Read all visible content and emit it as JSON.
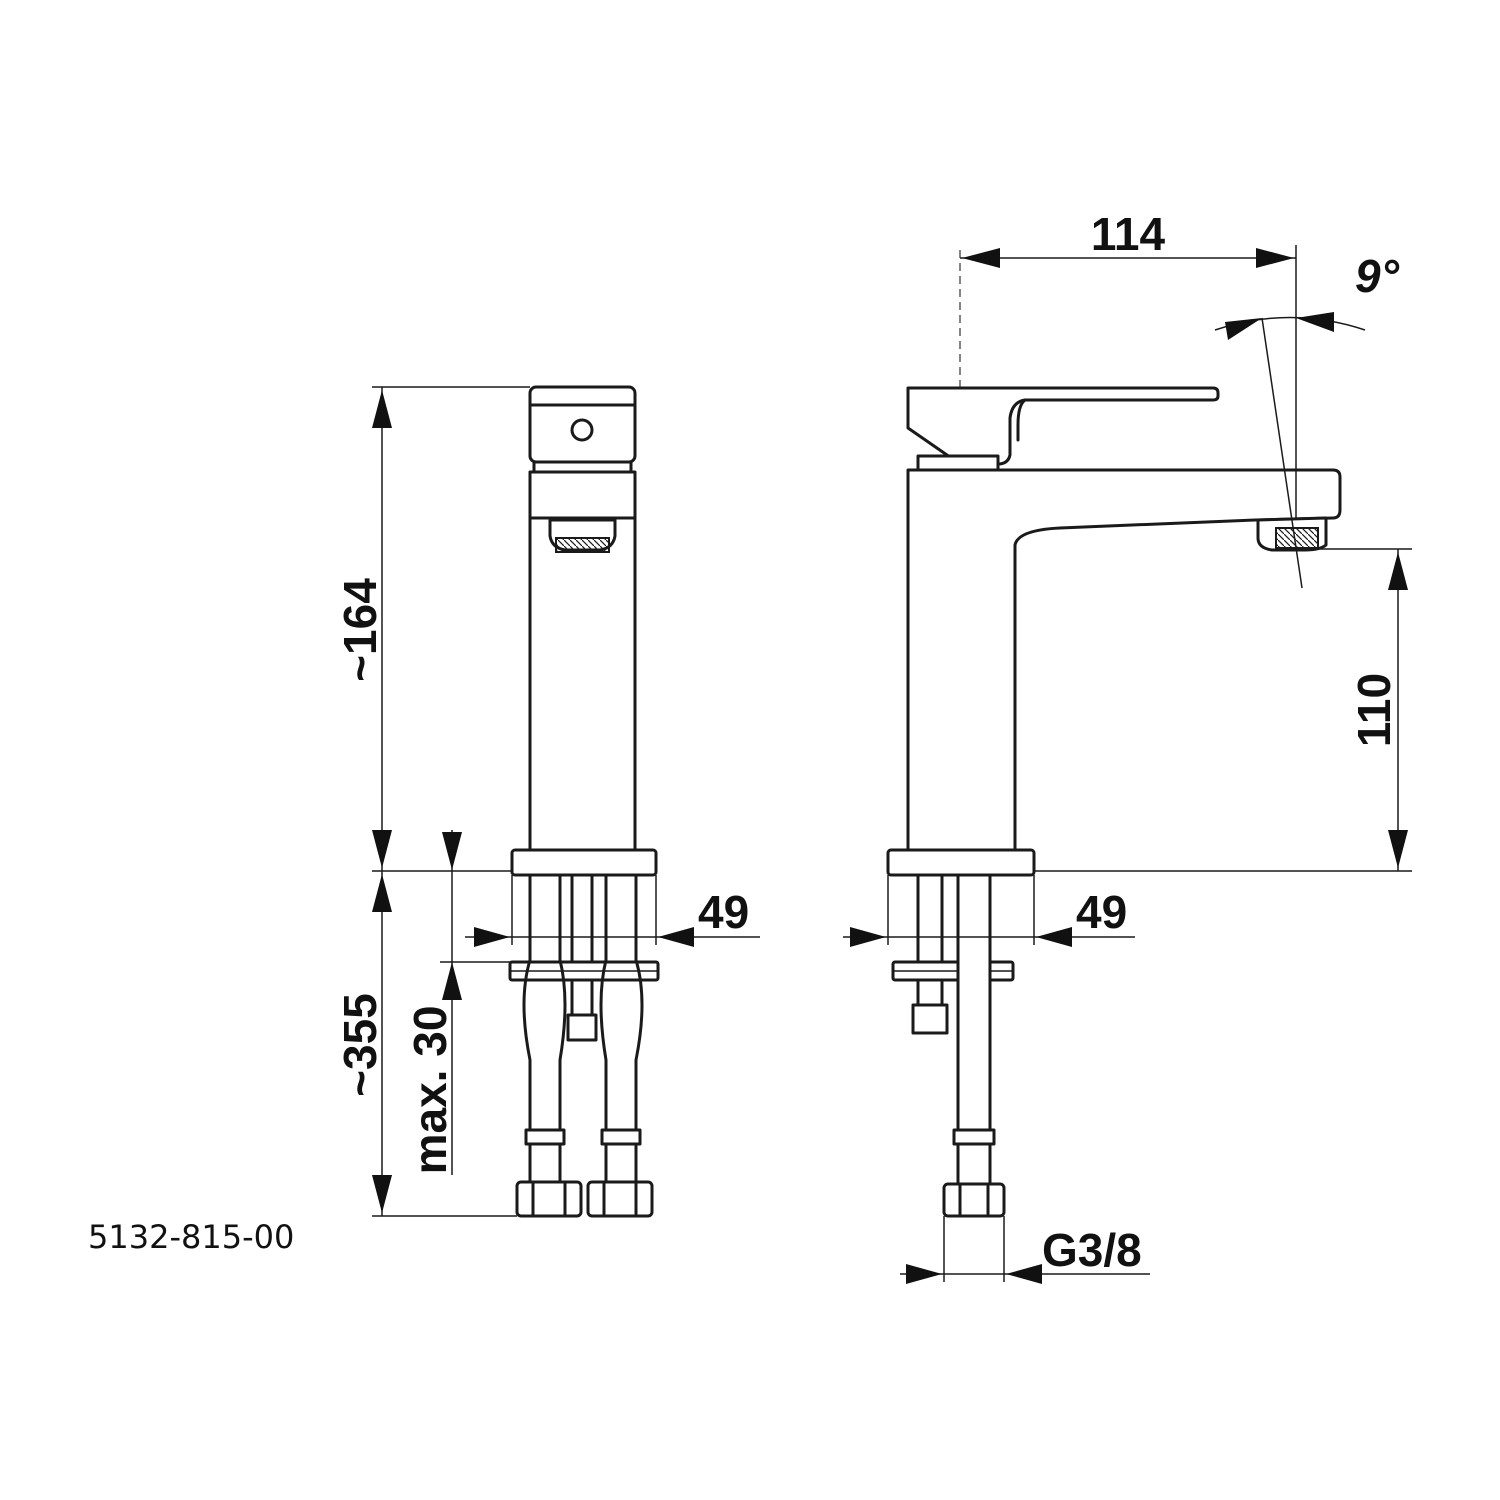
{
  "drawing": {
    "part_number": "5132-815-00",
    "dimensions": {
      "total_height": "~164",
      "hose_length": "~355",
      "max_deck": "max. 30",
      "base_width_front": "49",
      "base_width_side": "49",
      "reach": "114",
      "spout_height": "110",
      "spout_angle": "9°",
      "connection": "G3/8"
    }
  }
}
